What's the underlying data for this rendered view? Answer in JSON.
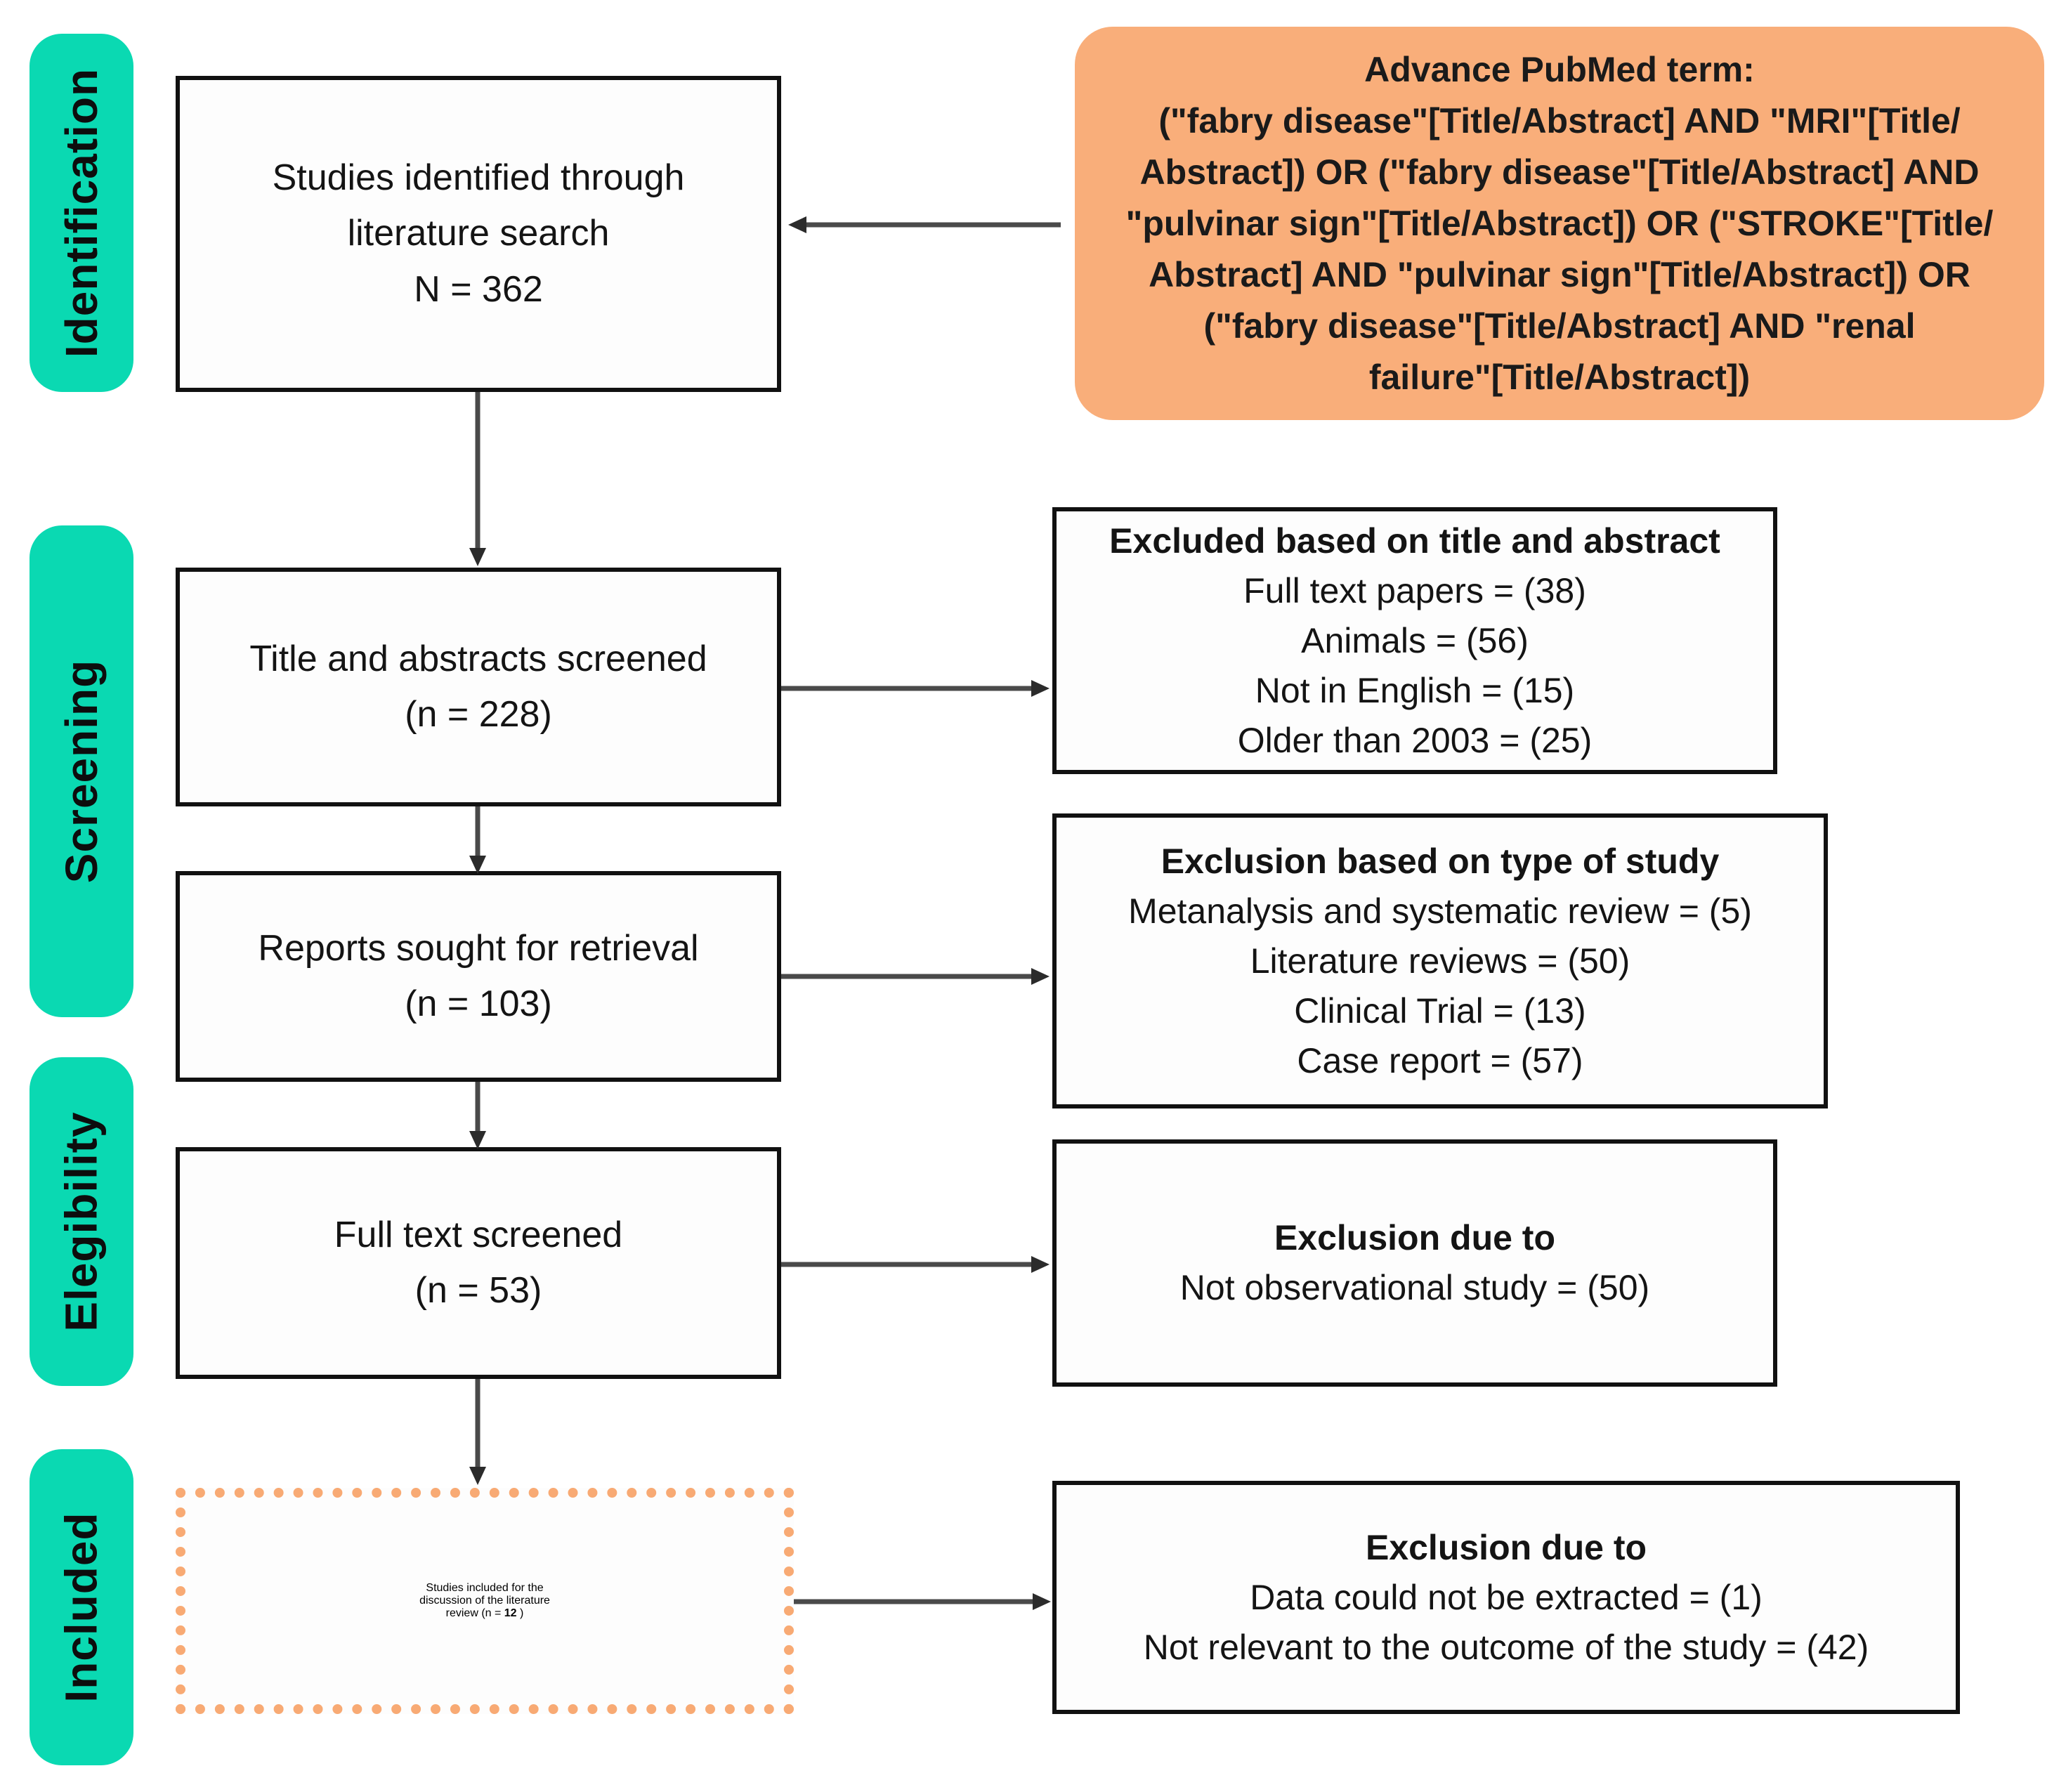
{
  "figure": {
    "type": "prisma-flow-diagram",
    "colors": {
      "stage_bar": "#0AD9B2",
      "callout_bg": "#F9AE7A",
      "included_box_border": "#F8AA74",
      "box_border": "#111111",
      "background": "#FFFFFF"
    }
  },
  "stages": [
    {
      "label": "Identification"
    },
    {
      "label": "Screening"
    },
    {
      "label": "Elegibility"
    },
    {
      "label": "Included"
    }
  ],
  "callout": {
    "title": "Advance PubMed term:",
    "lines": [
      "(\"fabry disease\"[Title/Abstract] AND \"MRI\"[Title/",
      "Abstract]) OR (\"fabry disease\"[Title/Abstract] AND",
      "\"pulvinar sign\"[Title/Abstract]) OR (\"STROKE\"[Title/",
      "Abstract] AND \"pulvinar sign\"[Title/Abstract]) OR",
      "(\"fabry disease\"[Title/Abstract] AND \"renal",
      "failure\"[Title/Abstract])"
    ]
  },
  "main_boxes": [
    {
      "id": "identified",
      "lines": [
        "Studies identified through",
        "literature search",
        "N = 362"
      ]
    },
    {
      "id": "title-abstract-screened",
      "lines": [
        "Title and abstracts screened",
        "(n = 228)"
      ]
    },
    {
      "id": "reports-sought",
      "lines": [
        "Reports sought for retrieval",
        "(n = 103)"
      ]
    },
    {
      "id": "full-text-screened",
      "lines": [
        "Full text screened",
        "(n = 53)"
      ]
    }
  ],
  "included_box": {
    "id": "studies-included",
    "line1": "Studies included for the",
    "line2": "discussion of the literature",
    "line3_prefix": "review (n = ",
    "line3_count": "12",
    "line3_suffix": " )"
  },
  "exclusion_boxes": [
    {
      "id": "excluded-title-abstract",
      "heading": "Excluded based on title and abstract",
      "items": [
        "Full text papers =  (38)",
        "Animals = (56)",
        "Not in English = (15)",
        "Older than 2003 = (25)"
      ]
    },
    {
      "id": "excluded-study-type",
      "heading": "Exclusion based on type of study",
      "items": [
        "Metanalysis and systematic review = (5)",
        "Literature reviews = (50)",
        "Clinical Trial = (13)",
        "Case report = (57)"
      ]
    },
    {
      "id": "excluded-not-observational",
      "heading": "Exclusion due to",
      "items": [
        "Not observational study = (50)"
      ]
    },
    {
      "id": "excluded-data-outcome",
      "heading": "Exclusion due to",
      "items": [
        "Data could not be extracted = (1)",
        "Not relevant to the outcome of the study = (42)"
      ]
    }
  ]
}
